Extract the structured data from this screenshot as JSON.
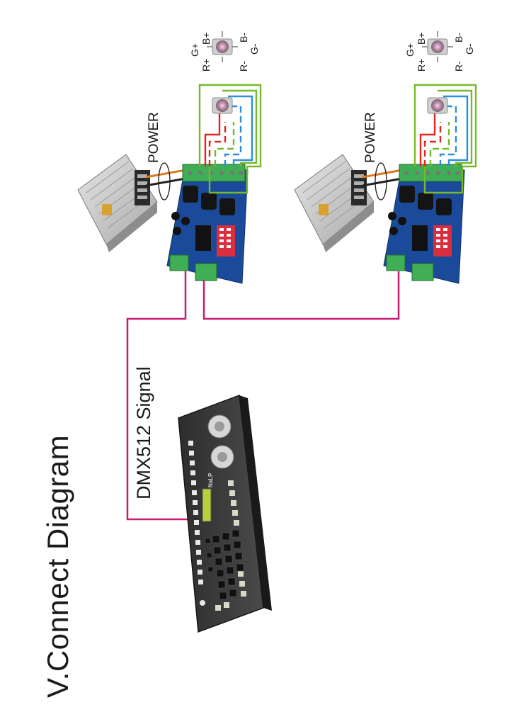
{
  "title": "V.Connect Diagram",
  "signal_label": "DMX512 Signal",
  "power_label": "POWER",
  "console_brand": "NaLP",
  "led_pins": {
    "g_plus": "G+",
    "b_plus": "B+",
    "b_minus": "B-",
    "r_plus": "R+",
    "r_minus": "R-",
    "g_minus": "G-"
  },
  "colors": {
    "dmx_wire": "#c81a74",
    "red_wire": "#e0261d",
    "green_wire": "#77b82c",
    "blue_wire": "#2c90d8",
    "power_wire": "#e07a1e",
    "board": "#1c4a9a"
  }
}
